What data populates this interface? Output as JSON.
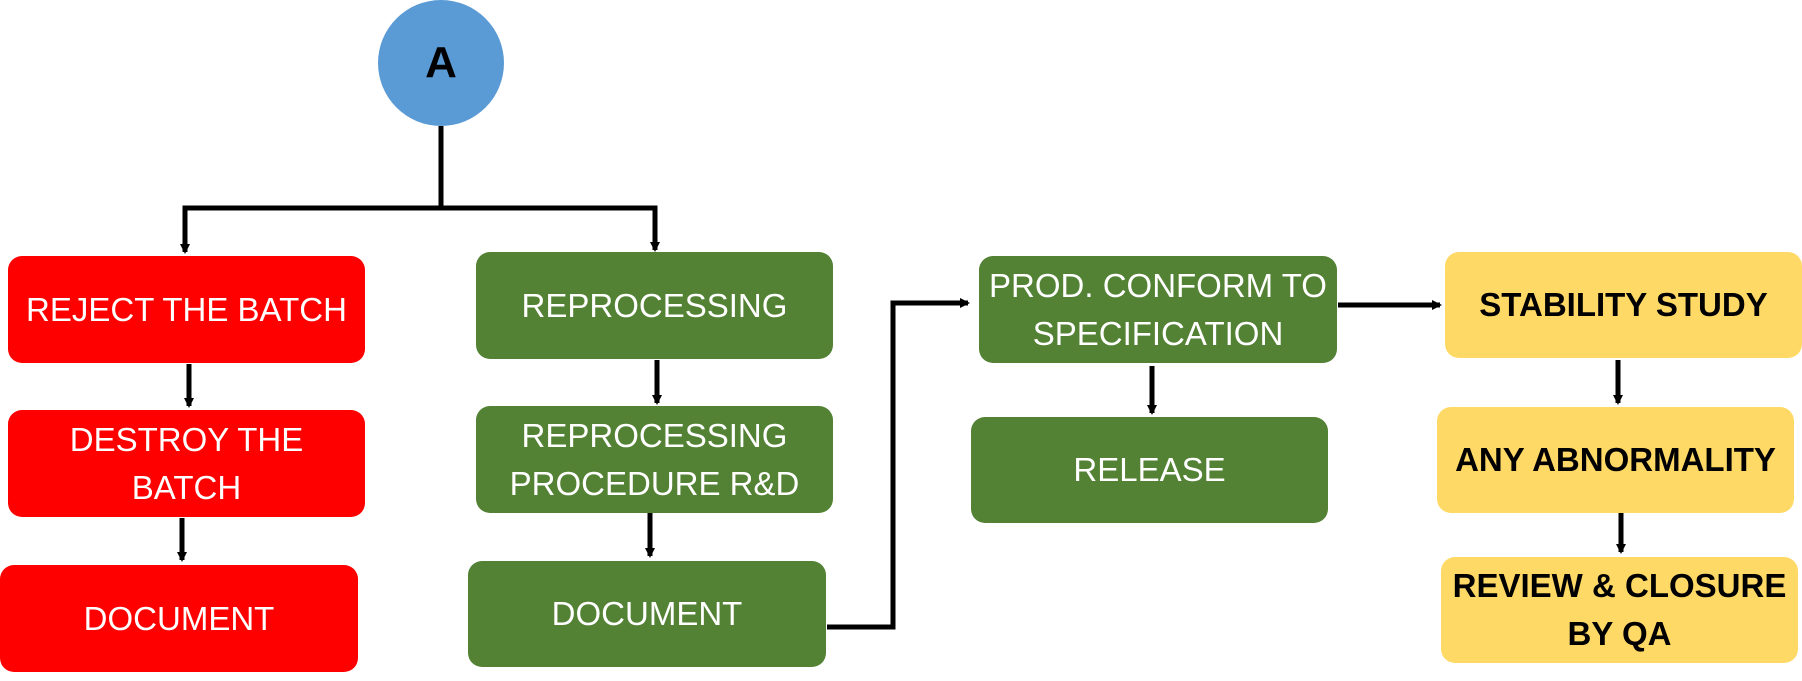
{
  "start_node": {
    "label": "A"
  },
  "colors": {
    "reject": "#ff0000",
    "reprocess": "#548235",
    "stability": "#ffd966",
    "start": "#5b9bd5"
  },
  "reject_branch": {
    "step1": "REJECT THE BATCH",
    "step2": "DESTROY THE BATCH",
    "step3": "DOCUMENT"
  },
  "reprocess_branch": {
    "step1": "REPROCESSING",
    "step2": "REPROCESSING\nPROCEDURE R&D",
    "step3": "DOCUMENT"
  },
  "conform_branch": {
    "step1": "PROD. CONFORM TO\nSPECIFICATION",
    "step2": "RELEASE"
  },
  "stability_branch": {
    "step1": "STABILITY STUDY",
    "step2": "ANY ABNORMALITY",
    "step3": "REVIEW & CLOSURE\nBY QA"
  }
}
